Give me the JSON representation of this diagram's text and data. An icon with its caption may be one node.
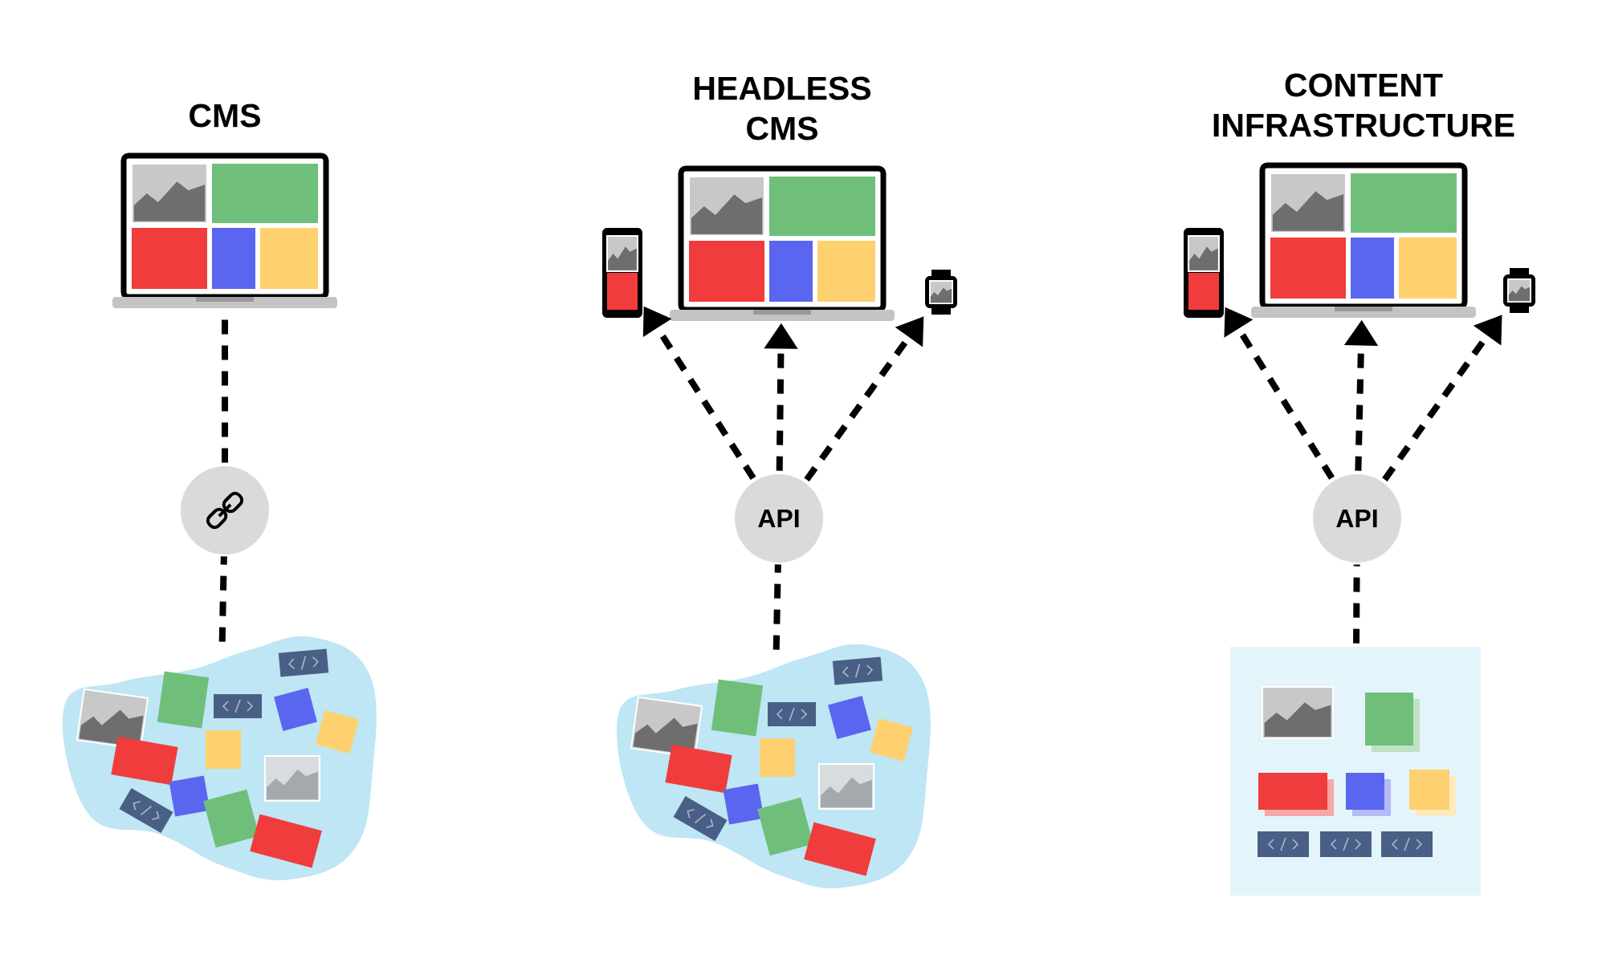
{
  "diagram": {
    "nodes": [
      {
        "text": [
          "CMS"
        ]
      },
      {
        "text": [],
        "shape": "circle"
      },
      {
        "text": [],
        "shape": "cloud"
      },
      {
        "text": [],
        "shape": "picture"
      },
      {
        "text": [
          "HEADLESS CMS"
        ]
      },
      {
        "text": [],
        "shape": "picture"
      },
      {
        "text": [
          "API"
        ]
      },
      {
        "text": [],
        "shape": "cloud"
      },
      {
        "text": [],
        "shape": "picture"
      },
      {
        "text": [
          "CONTENT INFRASTRUCTURE"
        ]
      },
      {
        "text": [],
        "shape": "picture"
      },
      {
        "text": [
          "API"
        ]
      },
      {
        "text": [],
        "shape": "box"
      }
    ],
    "edges": [
      {
        "from": 1,
        "to": 0,
        "arrow": "none",
        "style": "dashed"
      },
      {
        "from": 2,
        "to": 1,
        "arrow": "none",
        "style": "dashed"
      },
      {
        "from": 6,
        "to": 3,
        "arrow": "to",
        "style": "dashed"
      },
      {
        "from": 6,
        "to": 4,
        "arrow": "to",
        "style": "dashed"
      },
      {
        "from": 6,
        "to": 5,
        "arrow": "to",
        "style": "dashed"
      },
      {
        "from": 7,
        "to": 6,
        "arrow": "none",
        "style": "dashed"
      },
      {
        "from": 11,
        "to": 8,
        "arrow": "to",
        "style": "dashed"
      },
      {
        "from": 11,
        "to": 9,
        "arrow": "to",
        "style": "dashed"
      },
      {
        "from": 11,
        "to": 10,
        "arrow": "to",
        "style": "dashed"
      },
      {
        "from": 12,
        "to": 11,
        "arrow": "none",
        "style": "dashed"
      }
    ]
  }
}
